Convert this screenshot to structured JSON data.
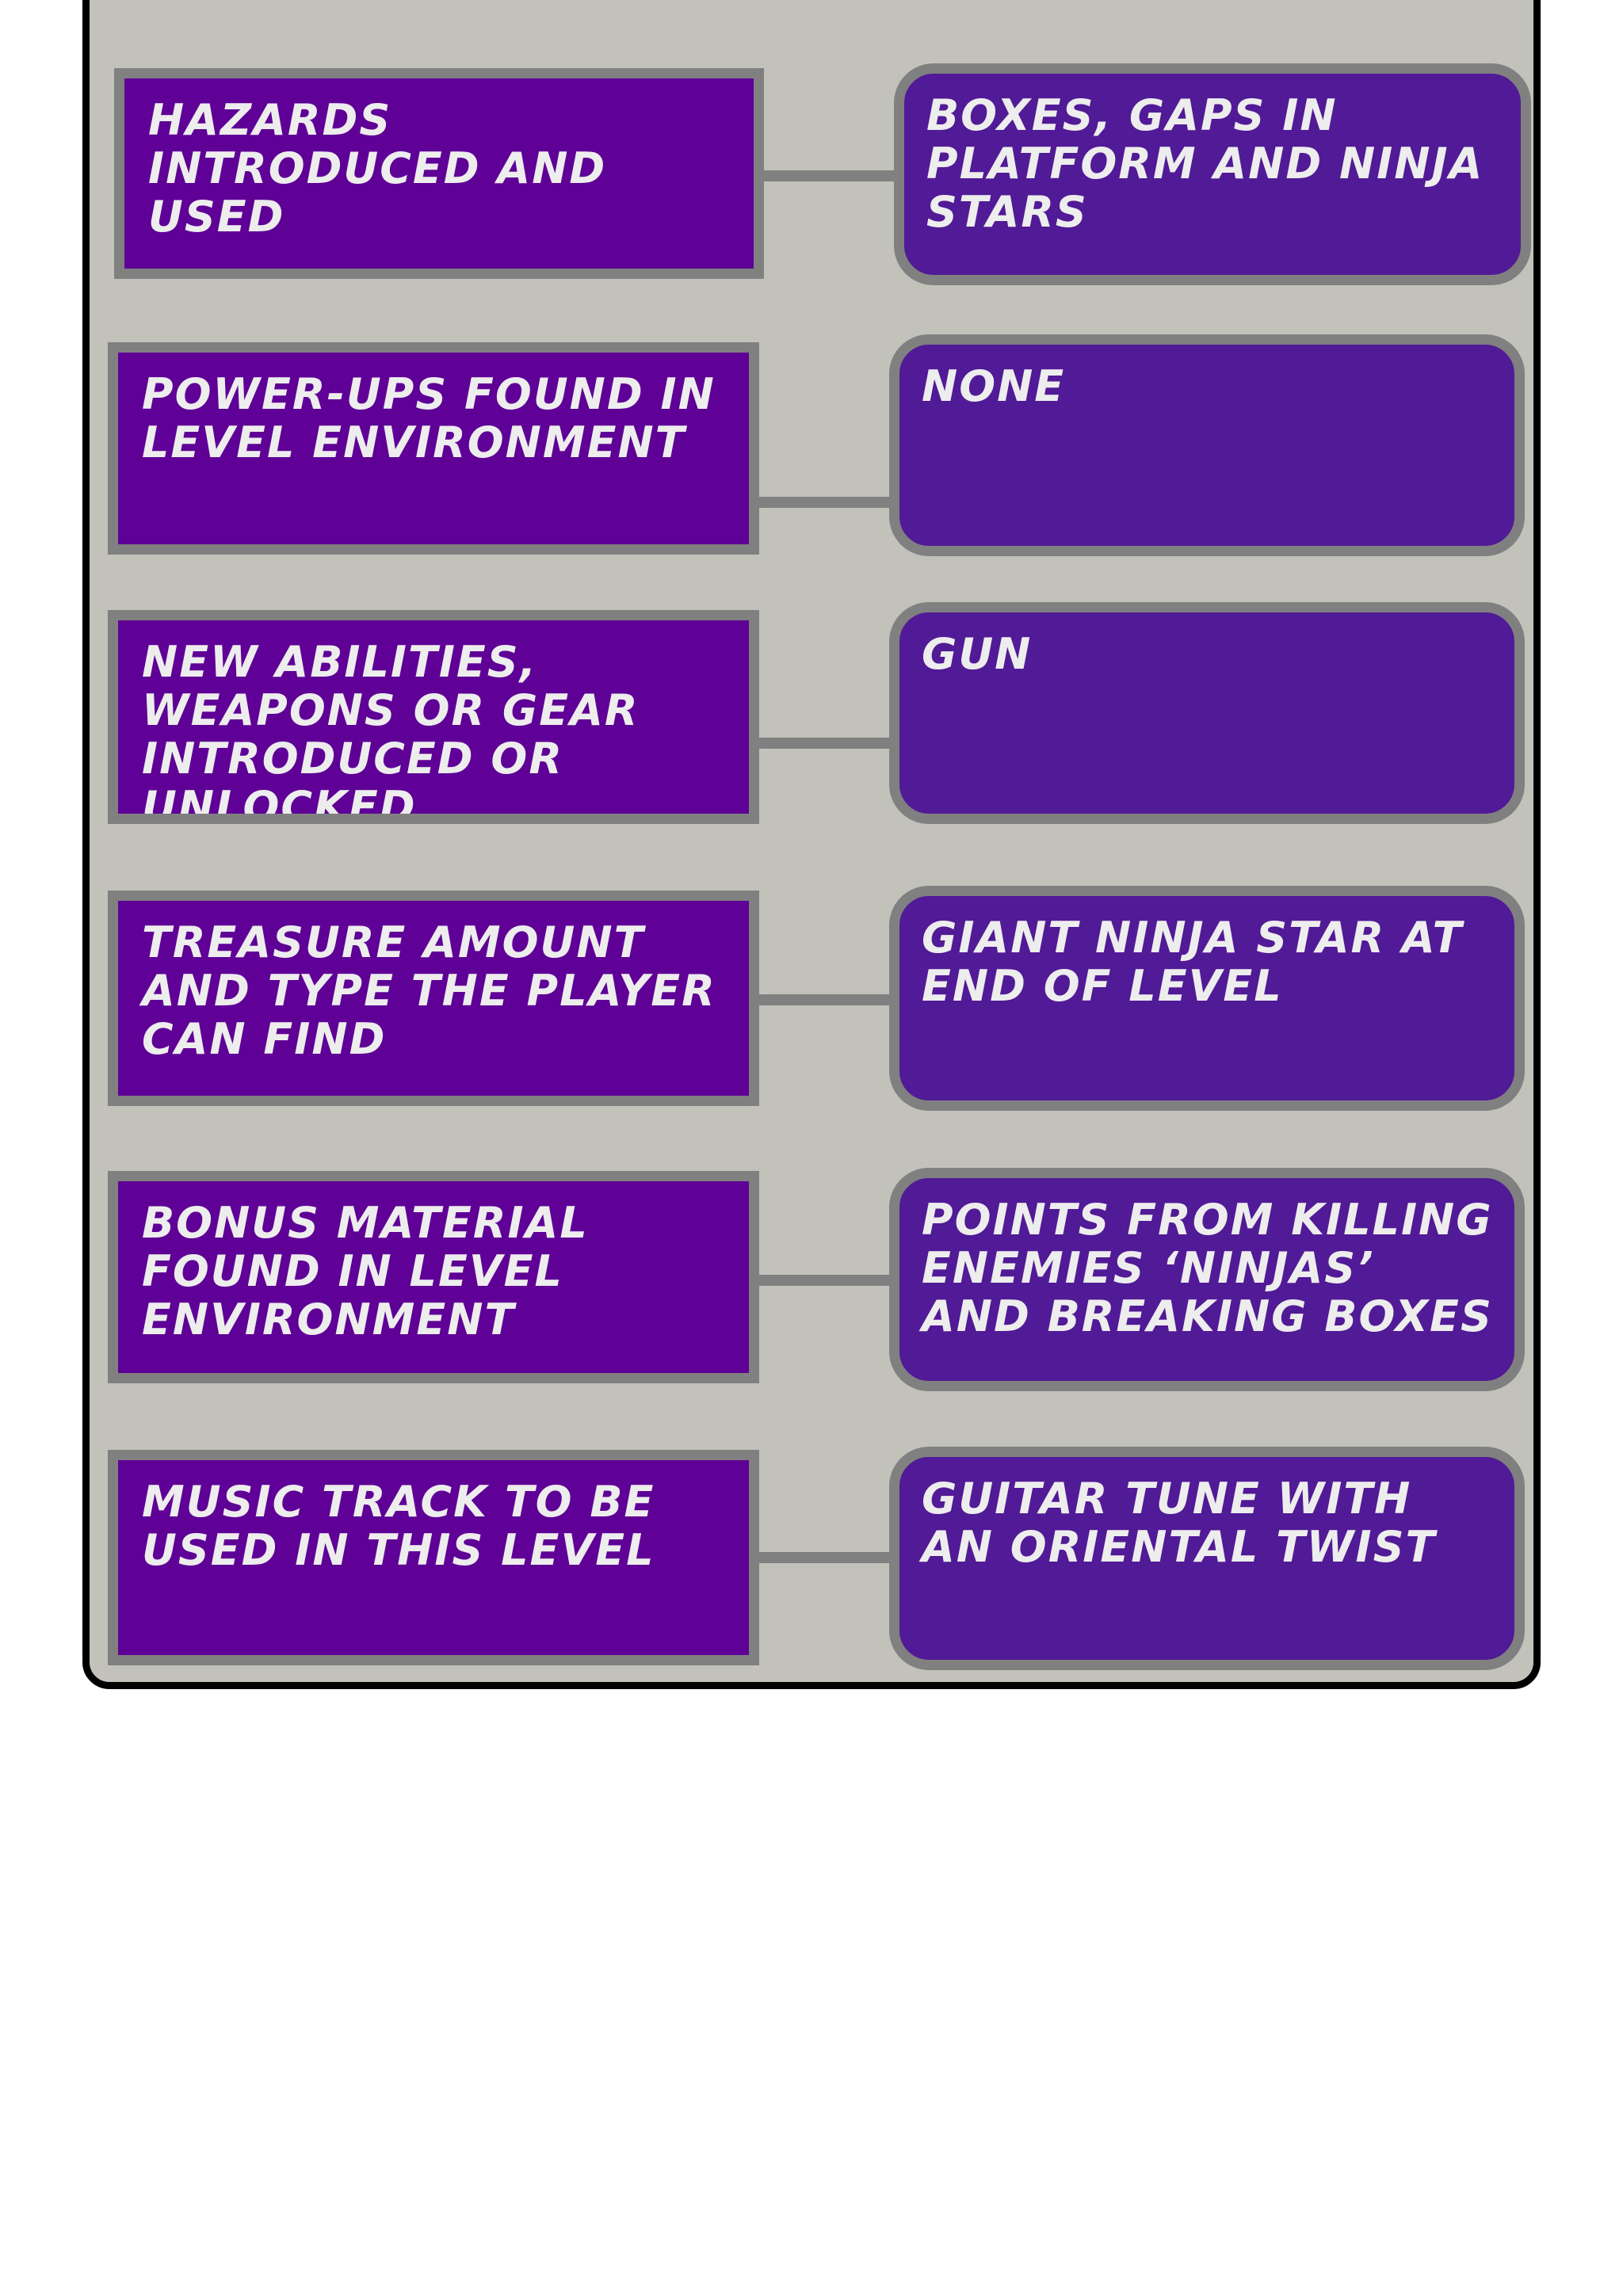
{
  "colors": {
    "panel_bg": "#c2c2bb",
    "panel_border": "#000000",
    "left_box_fill": "#5f0096",
    "right_box_fill": "#511a96",
    "box_border": "#808080",
    "connector": "#808080",
    "text": "#ededed"
  },
  "rows": [
    {
      "label": "Hazards introduced and used",
      "value": "Boxes, gaps in platform and ninja stars"
    },
    {
      "label": "Power-ups found in level environment",
      "value": "None"
    },
    {
      "label": "New abilities, weapons or gear introduced or unlocked",
      "value": "Gun"
    },
    {
      "label": "Treasure amount and type the player can find",
      "value": "Giant ninja star at end of level"
    },
    {
      "label": "Bonus material found in level environment",
      "value": "Points from killing enemies ‘ninjas’ and breaking boxes"
    },
    {
      "label": "Music track to be used in this level",
      "value": "Guitar tune with an oriental twist"
    }
  ]
}
